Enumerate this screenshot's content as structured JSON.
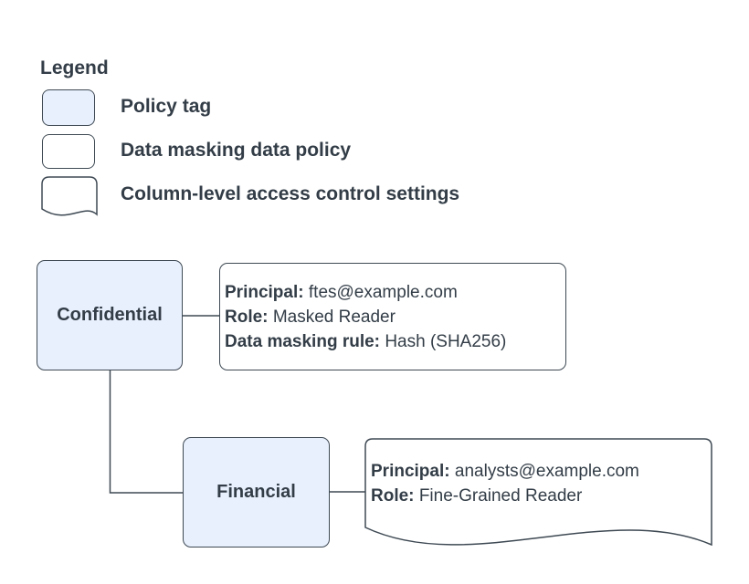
{
  "legend": {
    "title": "Legend",
    "items": [
      {
        "label": "Policy tag"
      },
      {
        "label": "Data masking data policy"
      },
      {
        "label": "Column-level access control settings"
      }
    ]
  },
  "nodes": {
    "confidential": {
      "label": "Confidential"
    },
    "financial": {
      "label": "Financial"
    }
  },
  "masking_policy": {
    "principal_label": "Principal:",
    "principal_value": "ftes@example.com",
    "role_label": "Role:",
    "role_value": "Masked Reader",
    "rule_label": "Data masking rule:",
    "rule_value": "Hash (SHA256)"
  },
  "column_access": {
    "principal_label": "Principal:",
    "principal_value": "analysts@example.com",
    "role_label": "Role:",
    "role_value": "Fine-Grained Reader"
  },
  "colors": {
    "policy_tag_fill": "#e8f0fe",
    "shape_fill": "#ffffff",
    "stroke": "#3e4953",
    "text": "#333d47"
  }
}
